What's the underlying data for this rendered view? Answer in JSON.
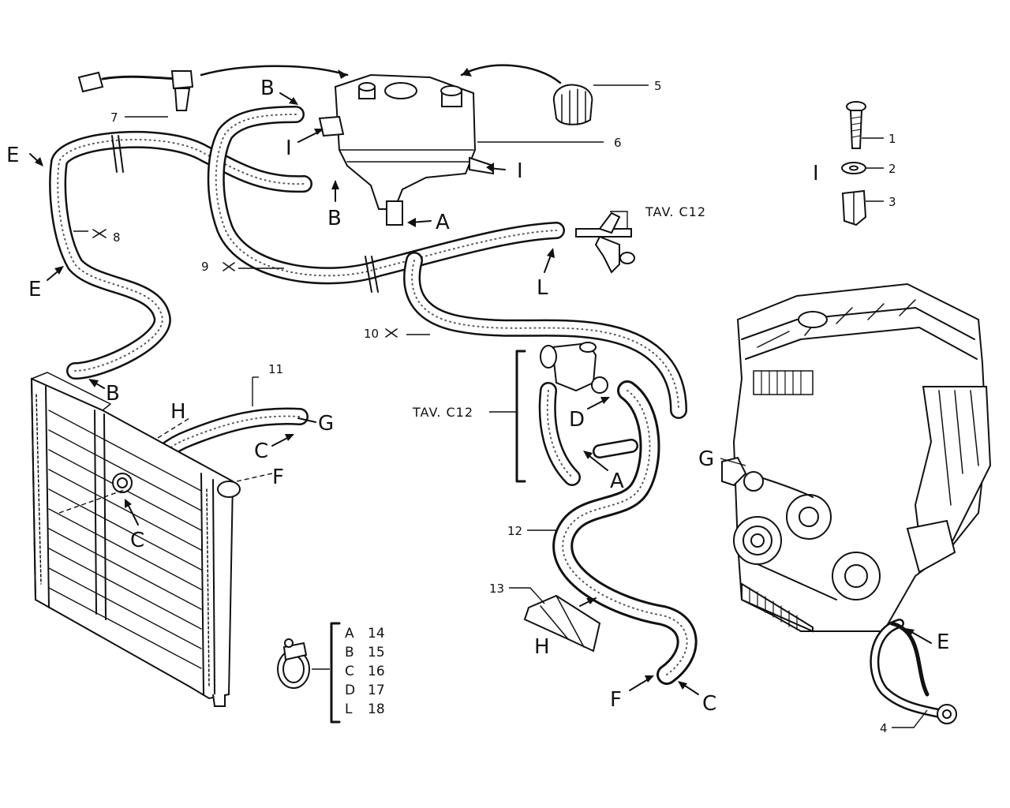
{
  "connection_labels": {
    "A": "A",
    "B": "B",
    "C": "C",
    "D": "D",
    "E": "E",
    "F": "F",
    "G": "G",
    "H": "H",
    "I": "I",
    "L": "L"
  },
  "part_numbers": {
    "p1": "1",
    "p2": "2",
    "p3": "3",
    "p4": "4",
    "p5": "5",
    "p6": "6",
    "p7": "7",
    "p8": "8",
    "p9": "9",
    "p10": "10",
    "p11": "11",
    "p12": "12",
    "p13": "13"
  },
  "cross_marker": "×",
  "table_refs": {
    "top": "TAV. C12",
    "middle": "TAV. C12"
  },
  "clamp_legend": [
    {
      "letter": "A",
      "number": "14"
    },
    {
      "letter": "B",
      "number": "15"
    },
    {
      "letter": "C",
      "number": "16"
    },
    {
      "letter": "D",
      "number": "17"
    },
    {
      "letter": "L",
      "number": "18"
    }
  ],
  "icons": [
    "radiator",
    "expansion-tank",
    "engine",
    "hose-clamp",
    "filler-cap",
    "temperature-sender",
    "bolt",
    "washer",
    "nut",
    "bracket",
    "drive-belt",
    "thermostat-housing",
    "hose-sleeve"
  ]
}
